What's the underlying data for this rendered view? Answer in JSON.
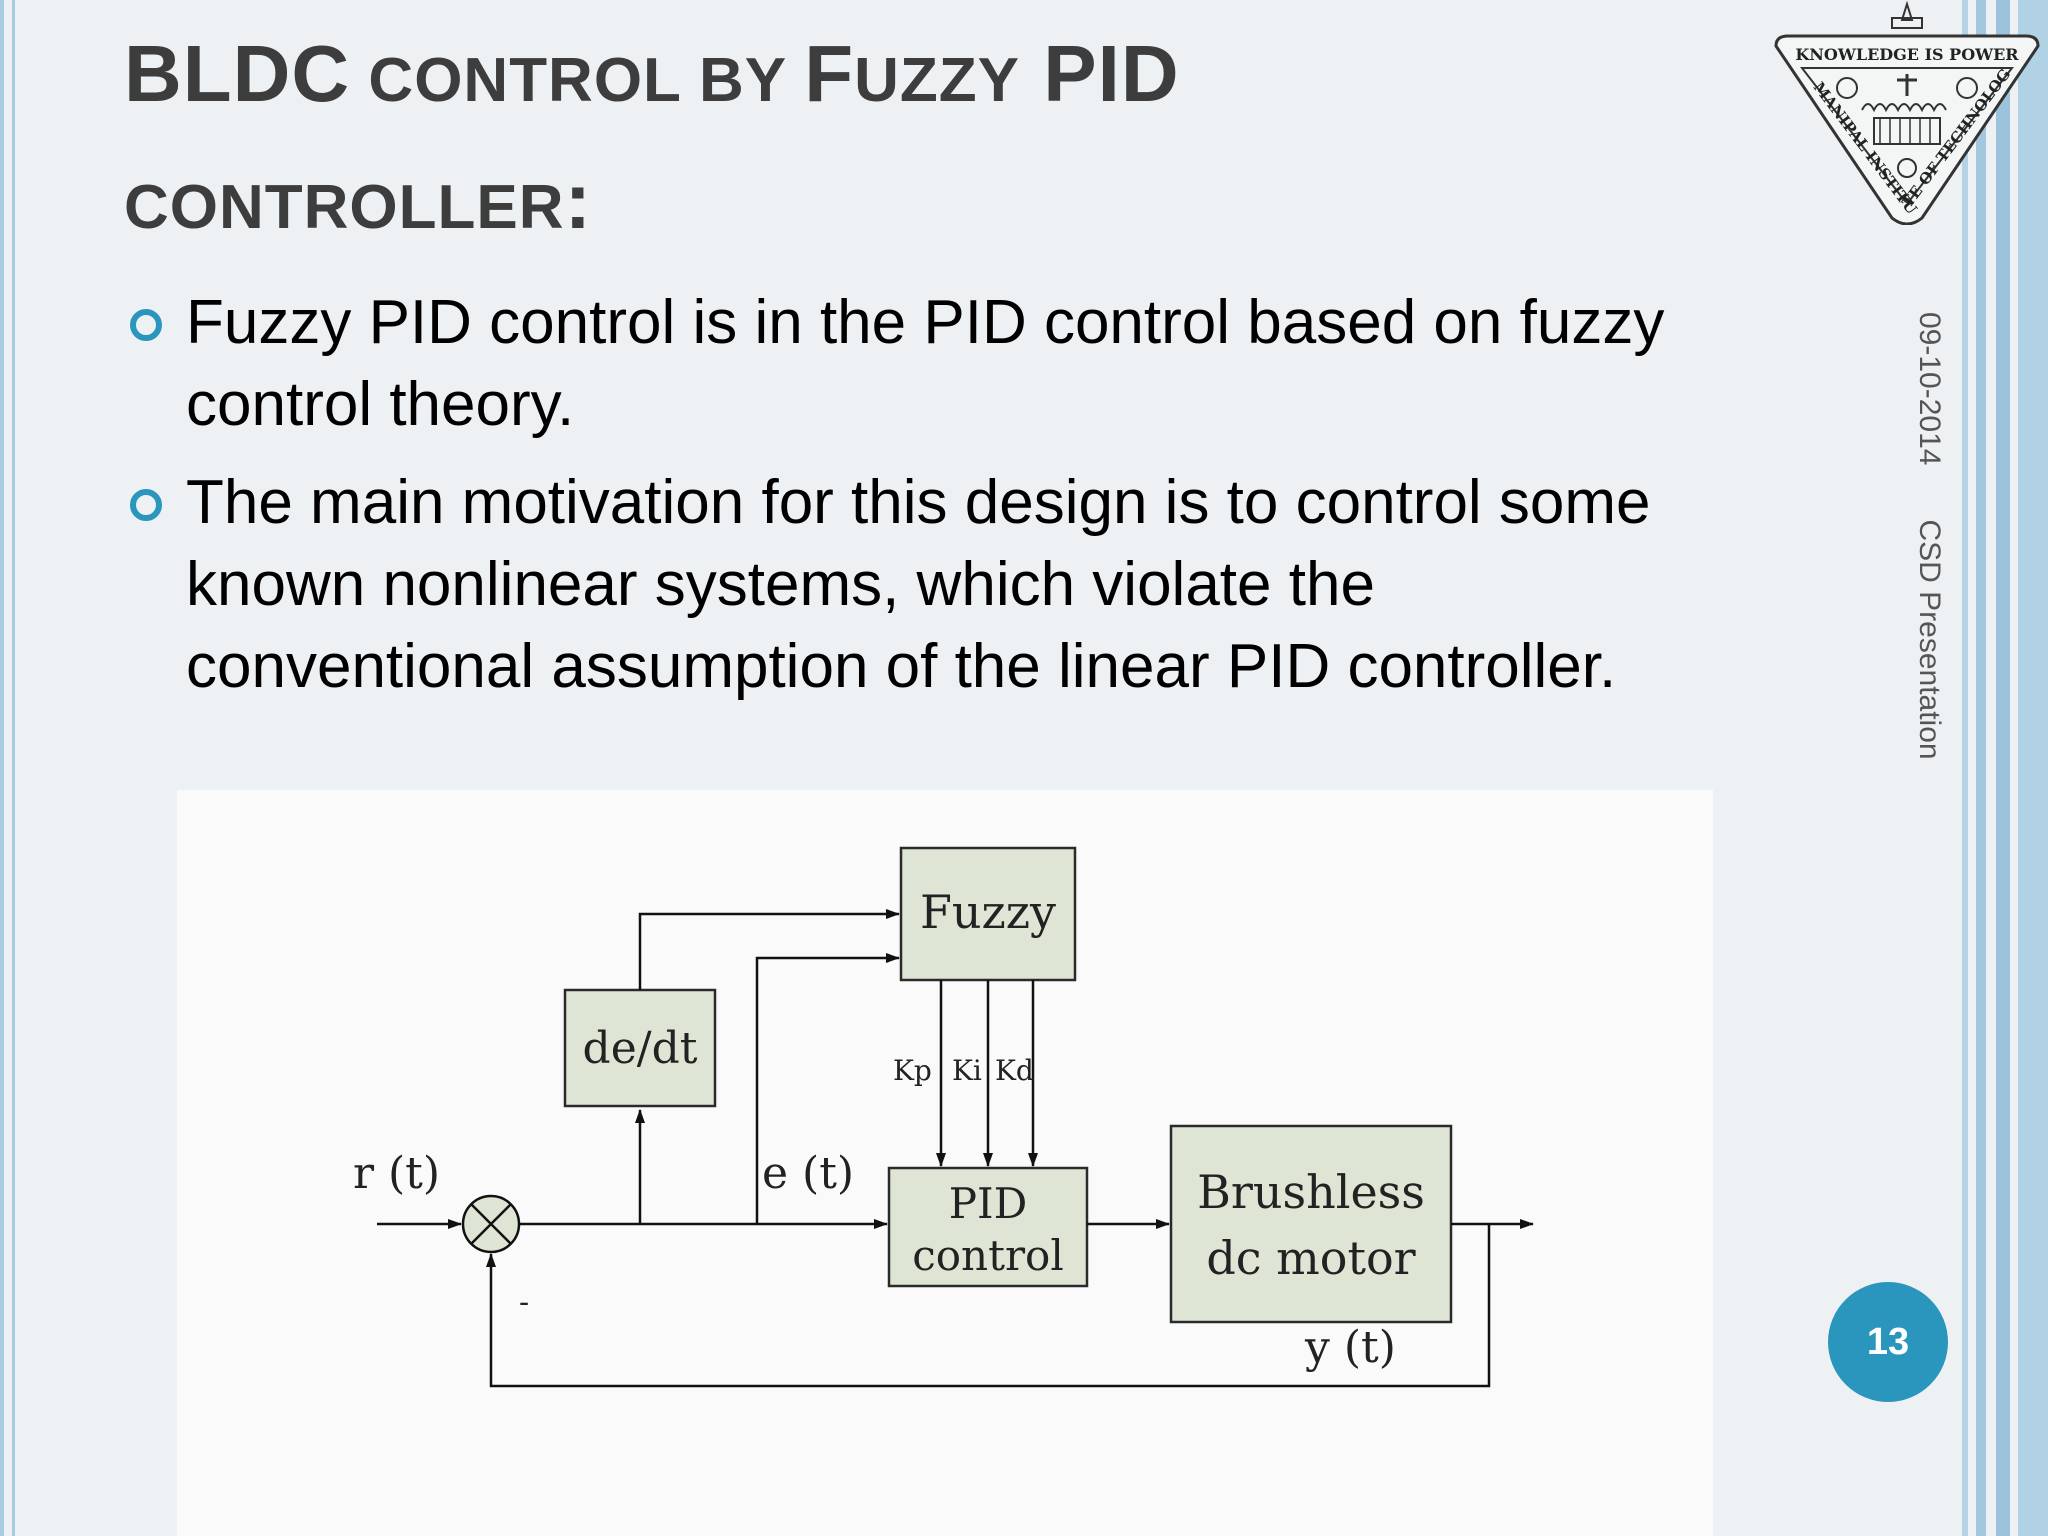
{
  "slide": {
    "title": {
      "part1": "BLDC",
      "part2": " CONTROL BY ",
      "part3": "F",
      "part4": "UZZY",
      "part5": " PID",
      "part6": "CONTROLLER",
      "part7": ":"
    },
    "bullets": [
      "Fuzzy PID control is in the PID control based on fuzzy control theory.",
      "The main motivation for this design is to control some known nonlinear systems, which violate the conventional assumption of the linear PID controller."
    ],
    "side_date": "09-10-2014",
    "side_presentation": "CSD Presentation",
    "page_number": "13"
  },
  "logo": {
    "top_text": "KNOWLEDGE IS POWER",
    "ring_text": "MANIPAL INSTITUTE OF TECHNOLOGY"
  },
  "diagram": {
    "fuzzy": "Fuzzy",
    "dedt": "de/dt",
    "kp": "Kp",
    "ki": "Ki",
    "kd": "Kd",
    "pid_line1": "PID",
    "pid_line2": "control",
    "motor_line1": "Brushless",
    "motor_line2": "dc motor",
    "r_signal": "r (t)",
    "e_signal": "e (t)",
    "y_signal": "y (t)",
    "minus_sign": "-"
  },
  "colors": {
    "accent": "#2a95bd",
    "block_fill": "#dfe5d5",
    "title_text": "#3d3d3d"
  }
}
